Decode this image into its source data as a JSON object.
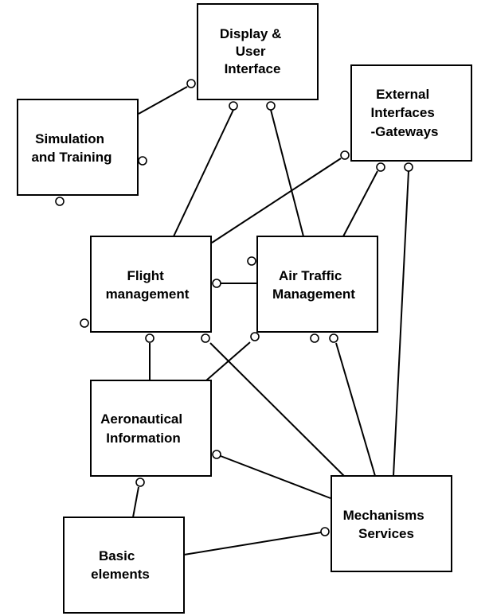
{
  "diagram": {
    "nodes": {
      "display": {
        "lines": [
          "Display &",
          "User",
          "Interface"
        ]
      },
      "simulation": {
        "lines": [
          "Simulation",
          "and Training"
        ]
      },
      "external": {
        "lines": [
          "External",
          "Interfaces",
          "-Gateways"
        ]
      },
      "flight": {
        "lines": [
          "Flight",
          "management"
        ]
      },
      "atm": {
        "lines": [
          "Air Traffic",
          "Management"
        ]
      },
      "aero": {
        "lines": [
          "Aeronautical",
          "Information"
        ]
      },
      "basic": {
        "lines": [
          "Basic",
          "elements"
        ]
      },
      "mech": {
        "lines": [
          "Mechanisms",
          "Services"
        ]
      }
    }
  }
}
